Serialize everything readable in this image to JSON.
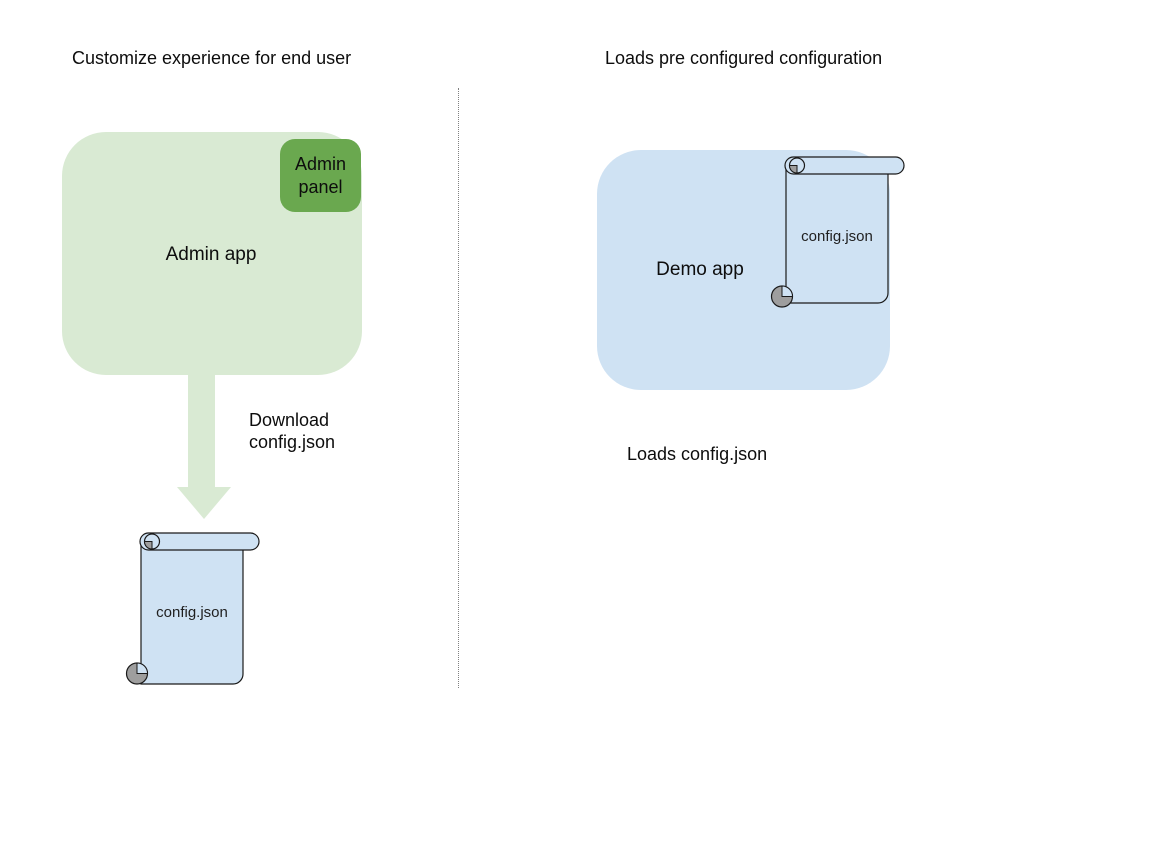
{
  "left_panel": {
    "title": "Customize experience for end user",
    "admin_app_label": "Admin app",
    "admin_panel_label": "Admin panel",
    "download_label_lines": [
      "Download",
      "config.json"
    ],
    "config_scroll_label": "config.json"
  },
  "right_panel": {
    "title": "Loads pre configured configuration",
    "demo_app_label": "Demo app",
    "config_scroll_label": "config.json",
    "caption": "Loads config.json"
  },
  "colors": {
    "admin_app_fill": "#d9ead3",
    "admin_panel_fill": "#6aa84f",
    "demo_app_fill": "#cfe2f3",
    "scroll_fill": "#cfe2f3",
    "scroll_curl_gray": "#9e9e9e",
    "scroll_outline": "#1a1a1a",
    "arrow_fill": "#d9ead3",
    "divider_gray": "#808080",
    "text": "#0d0d0d"
  }
}
